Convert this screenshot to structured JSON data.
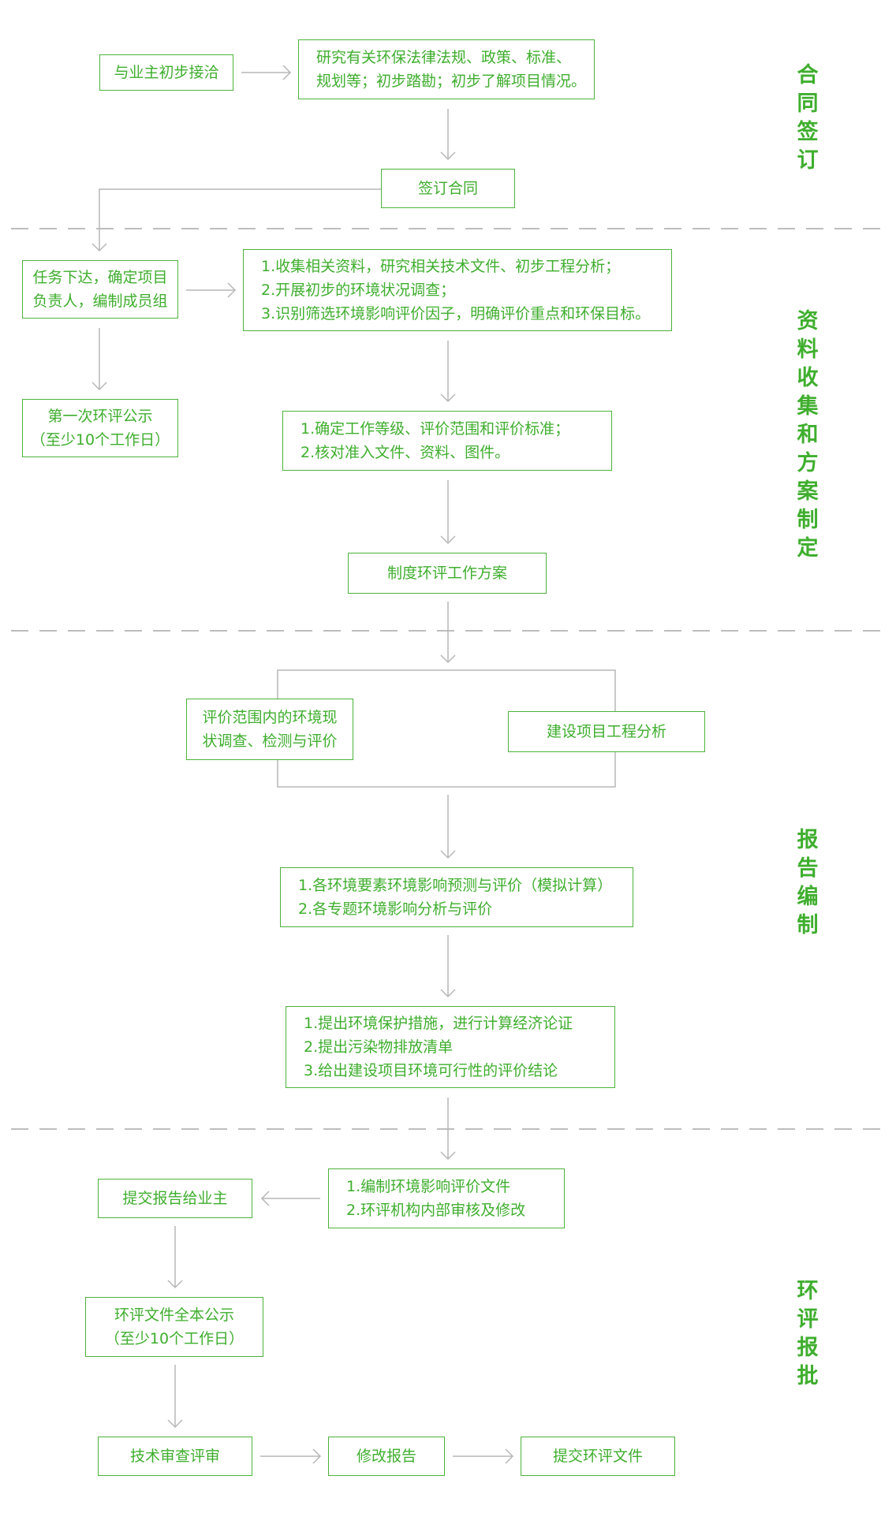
{
  "colors": {
    "accent": "#4cb33a",
    "connector": "#b7b7b7",
    "divider": "#bdbdbd"
  },
  "stages": {
    "contract": "合同签订",
    "data_collection": "资料收集和方案制定",
    "report": "报告编制",
    "approval": "环评报批"
  },
  "nodes": {
    "initial_contact": {
      "lines": [
        "与业主初步接洽"
      ]
    },
    "research": {
      "lines": [
        "研究有关环保法律法规、政策、标准、",
        "规划等；初步踏勘；初步了解项目情况。"
      ]
    },
    "sign_contract": {
      "lines": [
        "签订合同"
      ]
    },
    "assign_task": {
      "lines": [
        "任务下达，确定项目",
        "负责人，编制成员组"
      ]
    },
    "collect_info": {
      "lines": [
        "1.收集相关资料，研究相关技术文件、初步工程分析；",
        "2.开展初步的环境状况调查；",
        "3.识别筛选环境影响评价因子，明确评价重点和环保目标。"
      ]
    },
    "first_notice": {
      "lines": [
        "第一次环评公示",
        "（至少10个工作日）"
      ]
    },
    "determine_level": {
      "lines": [
        "1.确定工作等级、评价范围和评价标准；",
        "2.核对准入文件、资料、图件。"
      ]
    },
    "work_plan": {
      "lines": [
        "制度环评工作方案"
      ]
    },
    "env_survey": {
      "lines": [
        "评价范围内的环境现",
        "状调查、检测与评价"
      ]
    },
    "engineering_analysis": {
      "lines": [
        "建设项目工程分析"
      ]
    },
    "impact_prediction": {
      "lines": [
        "1.各环境要素环境影响预测与评价（模拟计算）",
        "2.各专题环境影响分析与评价"
      ]
    },
    "protection_measures": {
      "lines": [
        "1.提出环境保护措施，进行计算经济论证",
        "2.提出污染物排放清单",
        "3.给出建设项目环境可行性的评价结论"
      ]
    },
    "compile_docs": {
      "lines": [
        "1.编制环境影响评价文件",
        "2.环评机构内部审核及修改"
      ]
    },
    "submit_to_owner": {
      "lines": [
        "提交报告给业主"
      ]
    },
    "full_notice": {
      "lines": [
        "环评文件全本公示",
        "（至少10个工作日）"
      ]
    },
    "tech_review": {
      "lines": [
        "技术审查评审"
      ]
    },
    "revise_report": {
      "lines": [
        "修改报告"
      ]
    },
    "submit_final": {
      "lines": [
        "提交环评文件"
      ]
    }
  }
}
